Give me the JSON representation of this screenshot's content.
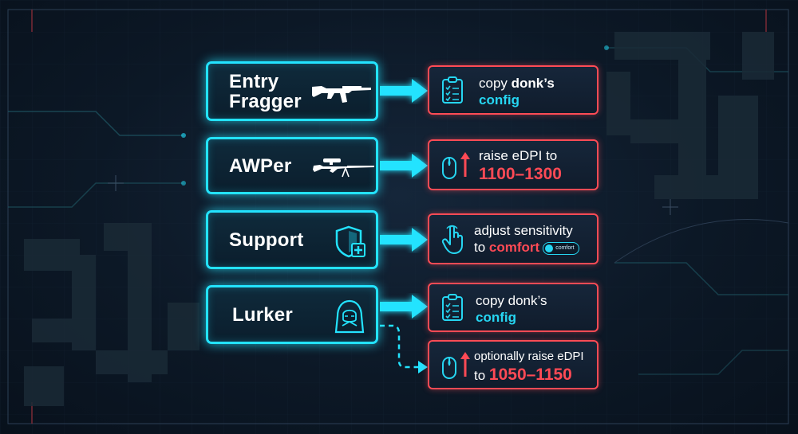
{
  "roles": [
    {
      "label_line1": "Entry",
      "label_line2": "Fragger",
      "icon": "assault-rifle-icon"
    },
    {
      "label": "AWPer",
      "icon": "sniper-rifle-icon"
    },
    {
      "label": "Support",
      "icon": "shield-plus-icon"
    },
    {
      "label": "Lurker",
      "icon": "hooded-figure-icon"
    }
  ],
  "tips": [
    {
      "pre": "copy ",
      "bold": "donk’s",
      "line2": "config",
      "icon": "clipboard-checklist-icon"
    },
    {
      "line1": "raise eDPI to",
      "line2": "1100–1300",
      "icon": "mouse-arrow-up-icon"
    },
    {
      "line1": "adjust sensitivity",
      "pre2": "to ",
      "highlight": "comfort",
      "toggle_label": "comfort",
      "icon": "hand-pointer-icon"
    },
    {
      "line1": "copy donk’s",
      "line2": "config",
      "icon": "clipboard-checklist-icon"
    },
    {
      "line1": "optionally raise eDPI",
      "pre2": "to ",
      "highlight": "1050–1150",
      "icon": "mouse-arrow-up-icon"
    }
  ],
  "colors": {
    "cyan": "#23e3ff",
    "red": "#ff4b55",
    "background": "#0c1826"
  }
}
